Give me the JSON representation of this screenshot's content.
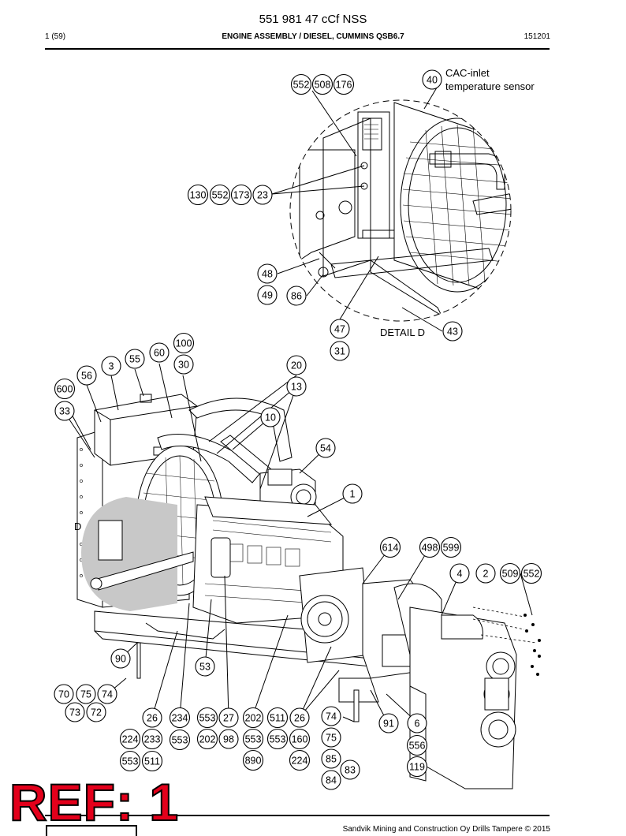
{
  "header": {
    "doc_id": "551 981 47 cCf NSS",
    "page": "1 (59)",
    "section_title": "ENGINE ASSEMBLY / DIESEL, CUMMINS QSB6.7",
    "code": "151201"
  },
  "detail": {
    "label": "DETAIL D",
    "view_marker": "D",
    "sensor_note_line1": "CAC-inlet",
    "sensor_note_line2": "temperature sensor"
  },
  "callouts": [
    {
      "id": "552"
    },
    {
      "id": "508"
    },
    {
      "id": "176"
    },
    {
      "id": "40"
    },
    {
      "id": "130"
    },
    {
      "id": "552"
    },
    {
      "id": "173"
    },
    {
      "id": "23"
    },
    {
      "id": "48"
    },
    {
      "id": "49"
    },
    {
      "id": "86"
    },
    {
      "id": "47"
    },
    {
      "id": "31"
    },
    {
      "id": "43"
    },
    {
      "id": "100"
    },
    {
      "id": "60"
    },
    {
      "id": "55"
    },
    {
      "id": "30"
    },
    {
      "id": "3"
    },
    {
      "id": "56"
    },
    {
      "id": "600"
    },
    {
      "id": "33"
    },
    {
      "id": "20"
    },
    {
      "id": "13"
    },
    {
      "id": "10"
    },
    {
      "id": "54"
    },
    {
      "id": "1"
    },
    {
      "id": "614"
    },
    {
      "id": "498"
    },
    {
      "id": "599"
    },
    {
      "id": "4"
    },
    {
      "id": "2"
    },
    {
      "id": "509"
    },
    {
      "id": "552"
    },
    {
      "id": "90"
    },
    {
      "id": "53"
    },
    {
      "id": "70"
    },
    {
      "id": "75"
    },
    {
      "id": "74"
    },
    {
      "id": "73"
    },
    {
      "id": "72"
    },
    {
      "id": "26"
    },
    {
      "id": "234"
    },
    {
      "id": "553"
    },
    {
      "id": "27"
    },
    {
      "id": "202"
    },
    {
      "id": "511"
    },
    {
      "id": "26"
    },
    {
      "id": "74"
    },
    {
      "id": "91"
    },
    {
      "id": "6"
    },
    {
      "id": "224"
    },
    {
      "id": "233"
    },
    {
      "id": "553"
    },
    {
      "id": "202"
    },
    {
      "id": "98"
    },
    {
      "id": "553"
    },
    {
      "id": "553"
    },
    {
      "id": "160"
    },
    {
      "id": "75"
    },
    {
      "id": "556"
    },
    {
      "id": "553"
    },
    {
      "id": "511"
    },
    {
      "id": "890"
    },
    {
      "id": "224"
    },
    {
      "id": "85"
    },
    {
      "id": "83"
    },
    {
      "id": "119"
    },
    {
      "id": "84"
    }
  ],
  "stamp": {
    "text": "REF: 1"
  },
  "footer": {
    "copyright": "Sandvik Mining and Construction Oy Drills Tampere © 2015"
  }
}
